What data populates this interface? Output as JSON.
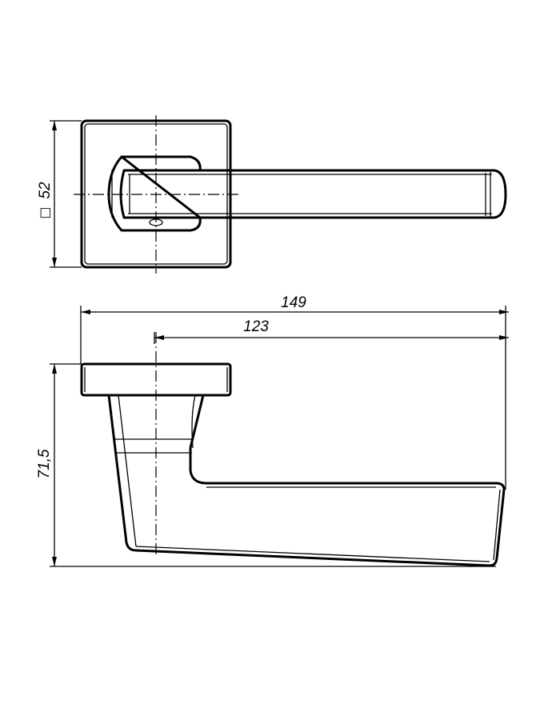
{
  "drawing": {
    "title": "Door handle on square rose — dimensional drawing",
    "dimensions": {
      "rose_size": "52",
      "rose_size_symbol": "□",
      "overall_length": "149",
      "lever_length": "123",
      "overall_height": "71,5"
    },
    "line_color": "#000000",
    "background": "#ffffff"
  }
}
